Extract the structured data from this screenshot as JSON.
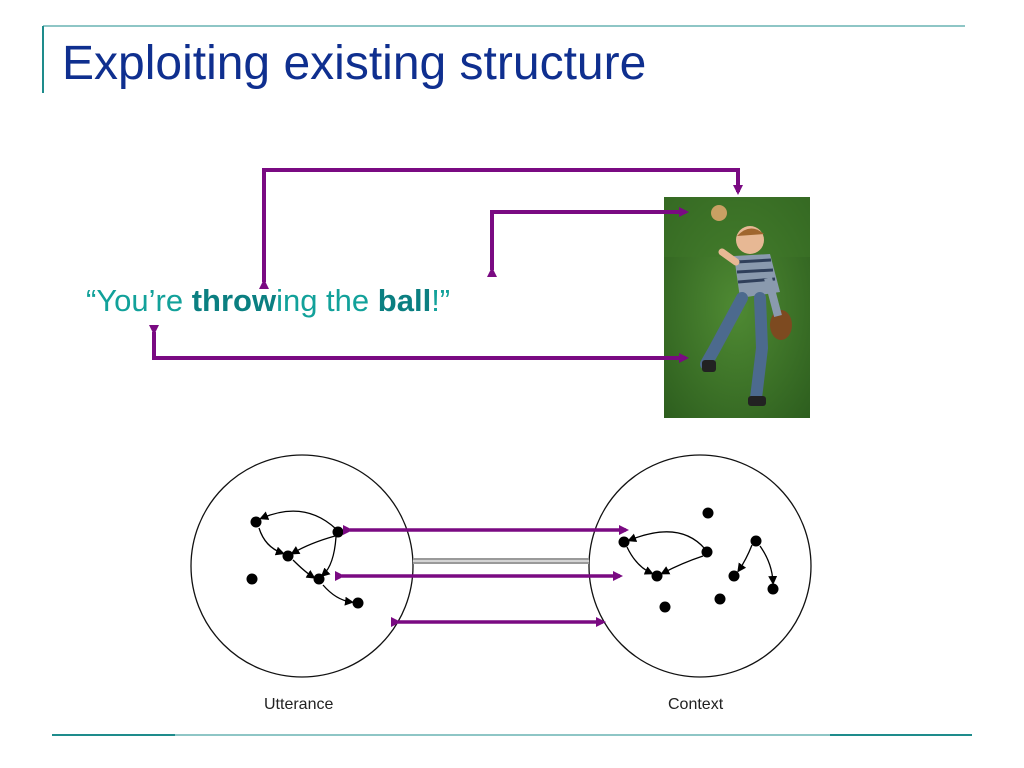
{
  "slide": {
    "title": "Exploiting existing structure",
    "quote": {
      "open": "“You’re ",
      "verb_bold": "throw",
      "verb_rest": "ing the ",
      "noun_bold": "ball",
      "close": "!”"
    }
  },
  "diagram": {
    "left_label": "Utterance",
    "right_label": "Context"
  },
  "colors": {
    "title": "#0f2f8f",
    "quote": "#12a19a",
    "quote_bold": "#0b7f81",
    "arrow": "#7a0a82",
    "rule": "#1e8c8c"
  },
  "icons": [
    "photo-child-throwing-ball"
  ]
}
